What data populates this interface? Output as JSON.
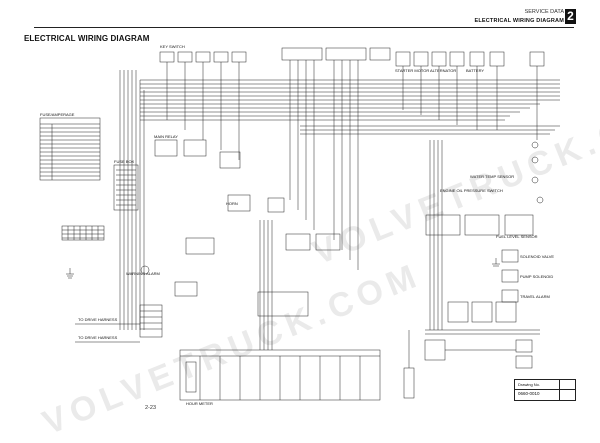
{
  "header": {
    "section": "SERVICE DATA",
    "subtitle": "ELECTRICAL WIRING DIAGRAM",
    "chapter": "2"
  },
  "title": "ELECTRICAL WIRING DIAGRAM",
  "page_number": "2-23",
  "drawing_box": {
    "label": "Drawing No.",
    "number": "0660-0010"
  },
  "watermark": "VOLVETRUCK.COM",
  "components": {
    "fuse_box": "FUSE BOX",
    "main_relay": "MAIN RELAY",
    "horn": "HORN",
    "alarm": "WARNING ALARM",
    "starter": "STARTER MOTOR",
    "alternator": "ALTERNATOR",
    "battery": "BATTERY",
    "key_switch": "KEY SWITCH",
    "hourmeter": "HOUR METER",
    "fuel_level": "FUEL LEVEL SENSOR",
    "oil_pressure": "ENGINE OIL PRESSURE SWITCH",
    "water_temp": "WATER TEMP SENSOR",
    "solenoid_valve": "SOLENOID VALVE",
    "travel_alarm": "TRAVEL ALARM",
    "pump_solenoid": "PUMP SOLENOID",
    "to_drive_harness_1": "TO DRIVE HARNESS",
    "to_drive_harness_2": "TO DRIVE HARNESS",
    "fuse_rating": "FUSE/AMPERAGE"
  }
}
